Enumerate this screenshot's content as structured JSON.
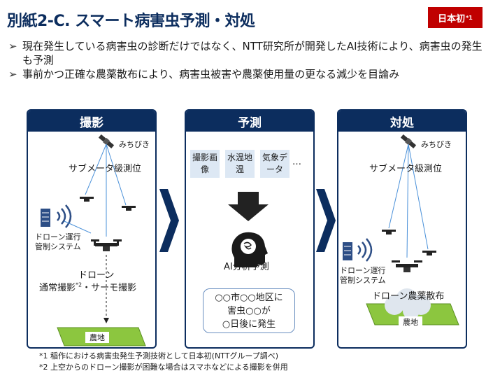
{
  "title": "別紙2-C. スマート病害虫予測・対処",
  "badge": {
    "label": "日本初",
    "note_mark": "*1"
  },
  "bullets": [
    "現在発生している病害虫の診断だけではなく、NTT研究所が開発したAI技術により、病害虫の発生も予測",
    "事前かつ正確な農薬散布により、病害虫被害や農薬使用量の更なる減少を目論み"
  ],
  "bullet_mark": "➢",
  "panels": {
    "shoot": {
      "title": "撮影",
      "satellite_label": "みちびき",
      "positioning_label": "サブメータ級測位",
      "system_label_1": "ドローン運行",
      "system_label_2": "管制システム",
      "drone_label": "ドローン",
      "mode_label_a": "通常撮影",
      "mode_note": "*2",
      "mode_label_b": "・サーモ撮影",
      "field_label": "農地"
    },
    "predict": {
      "title": "予測",
      "inputs": [
        "撮影画像",
        "水温地温",
        "気象データ"
      ],
      "ellipsis": "…",
      "ai_label": "AI分析予測",
      "bubble_line1": "○○市○○地区に",
      "bubble_line2": "害虫○○が",
      "bubble_line3": "○日後に発生"
    },
    "treat": {
      "title": "対処",
      "satellite_label": "みちびき",
      "positioning_label": "サブメータ級測位",
      "system_label_1": "ドローン運行",
      "system_label_2": "管制システム",
      "spray_label": "ドローン農薬散布",
      "field_label": "農地"
    }
  },
  "footnotes": [
    "*1 稲作における病害虫発生予測技術として日本初(NTTグループ調べ)",
    "*2 上空からのドローン撮影が困難な場合はスマホなどによる撮影を併用"
  ],
  "colors": {
    "navy": "#0c2d5e",
    "accent": "#c00000",
    "line": "#4a90d9",
    "field": "#8cc63f"
  }
}
